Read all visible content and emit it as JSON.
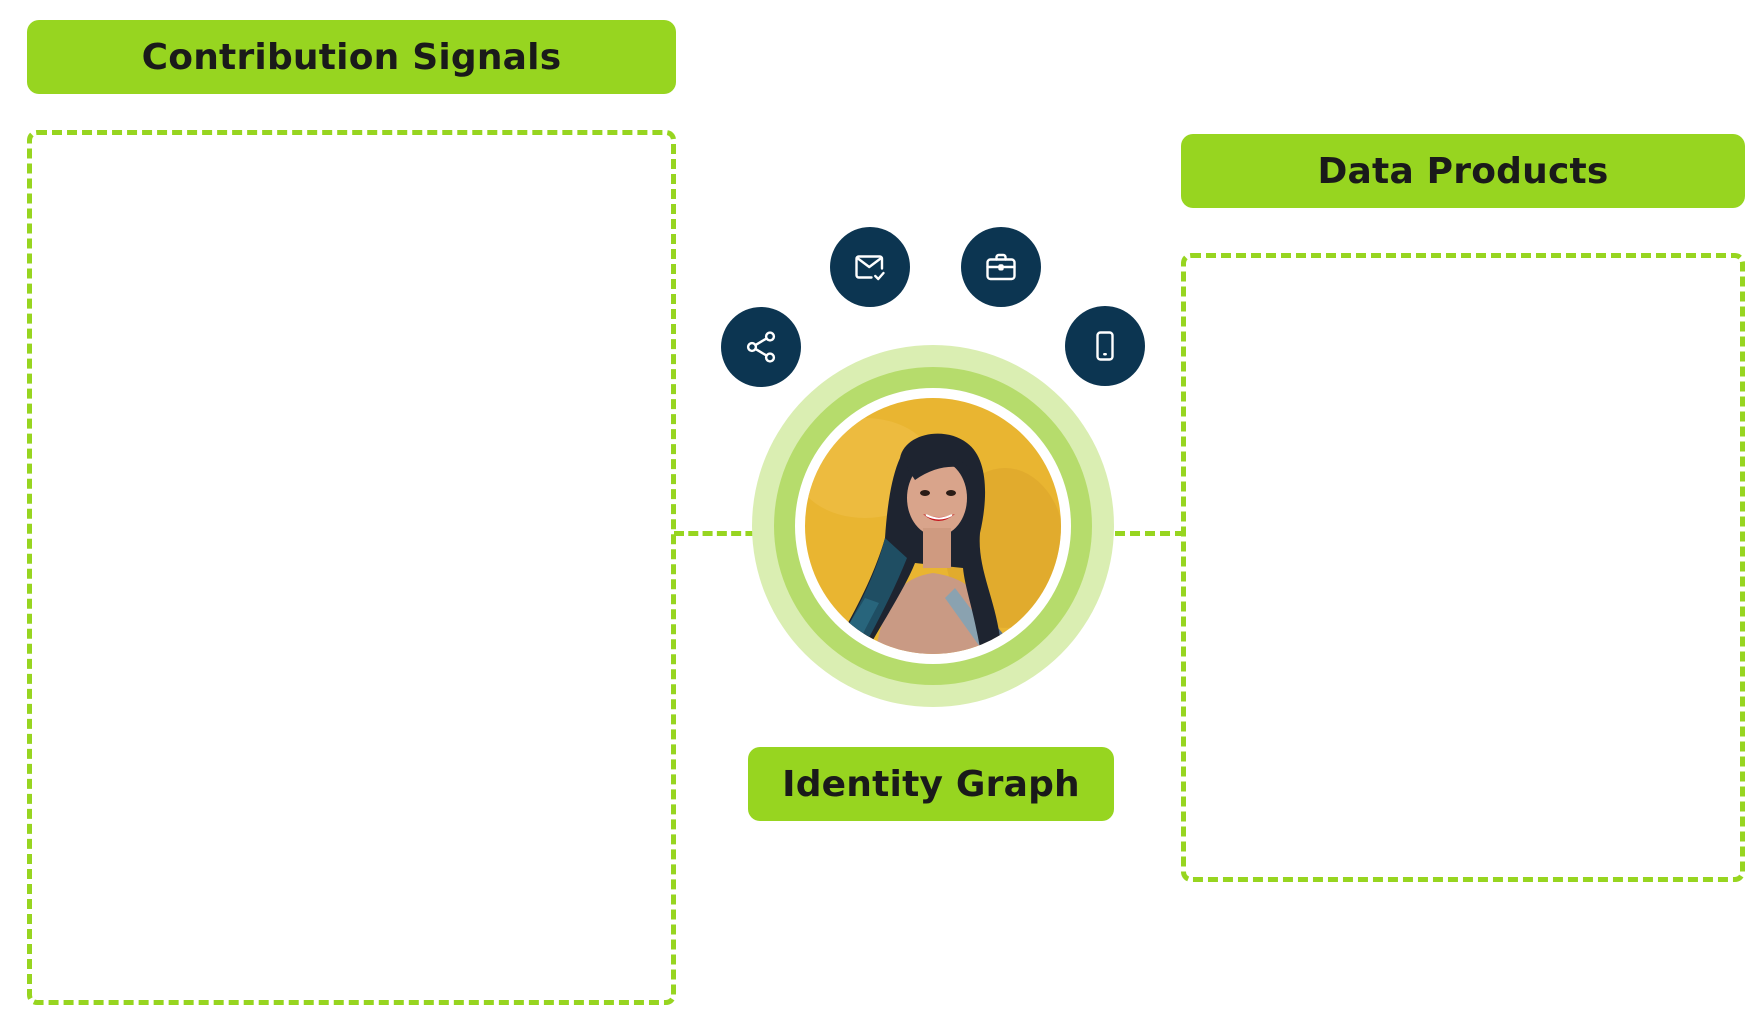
{
  "labels": {
    "contribution_signals": "Contribution Signals",
    "data_products": "Data Products",
    "identity_graph": "Identity Graph"
  },
  "icons": [
    "share-icon",
    "mail-check-icon",
    "briefcase-icon",
    "smartphone-icon"
  ],
  "colors": {
    "accent_green": "#97d520",
    "ring_light": "#daeeb2",
    "ring_mid": "#b6dc6c",
    "icon_bubble": "#0c3551",
    "label_text": "#1a1a1a"
  }
}
